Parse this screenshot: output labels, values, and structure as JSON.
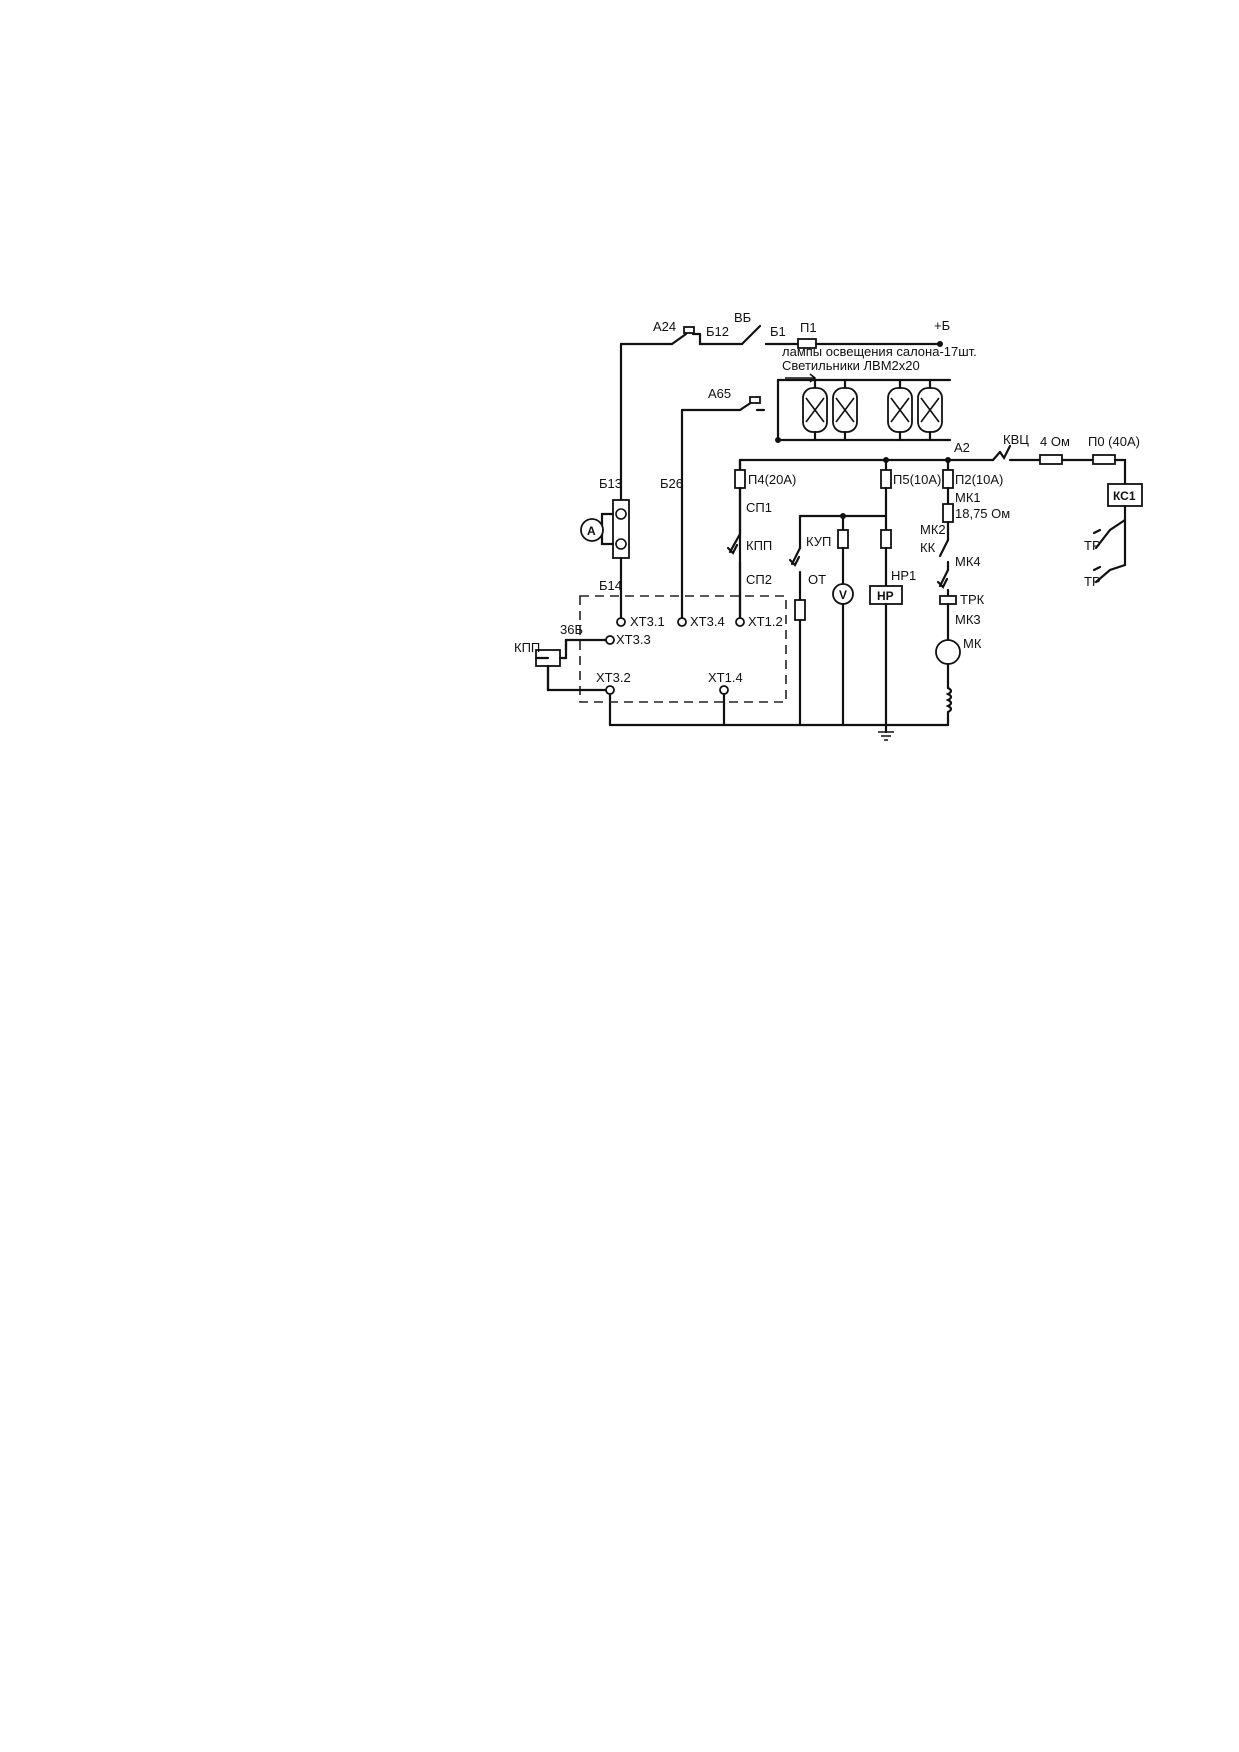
{
  "labels": {
    "a24": "А24",
    "b12": "Б12",
    "vb": "ВБ",
    "b1": "Б1",
    "p1": "П1",
    "plus_b": "+Б",
    "lamps_caption": "лампы освещения салона-17шт.",
    "fixtures_caption": "Светильники ЛВМ2х20",
    "a65": "А65",
    "b13": "Б13",
    "b26": "Б26",
    "b14": "Б14",
    "a2": "А2",
    "kvts": "КВЦ",
    "r_4om": "4 Ом",
    "p0": "П0 (40А)",
    "ks1": "КС1",
    "tr_1": "ТР",
    "tr_2": "ТР",
    "p4": "П4(20А)",
    "p5": "П5(10А)",
    "p2": "П2(10А)",
    "mk1": "МК1",
    "r_18": "18,75 Ом",
    "mk2": "МК2",
    "kk": "КК",
    "mk4": "МК4",
    "trk": "ТРК",
    "mk3": "МК3",
    "mk": "МК",
    "sp1": "СП1",
    "kpp_switch": "КПП",
    "sp2": "СП2",
    "kup": "КУП",
    "ot": "ОТ",
    "hp1": "НР1",
    "hp": "НР",
    "ammeter": "А",
    "voltmeter": "V",
    "xt31": "ХТ3.1",
    "xt34": "ХТ3.4",
    "xt12": "ХТ1.2",
    "xt33": "ХТ3.3",
    "xt32": "ХТ3.2",
    "xt14": "ХТ1.4",
    "w36b": "36Б",
    "kpp_coil": "КПП"
  }
}
